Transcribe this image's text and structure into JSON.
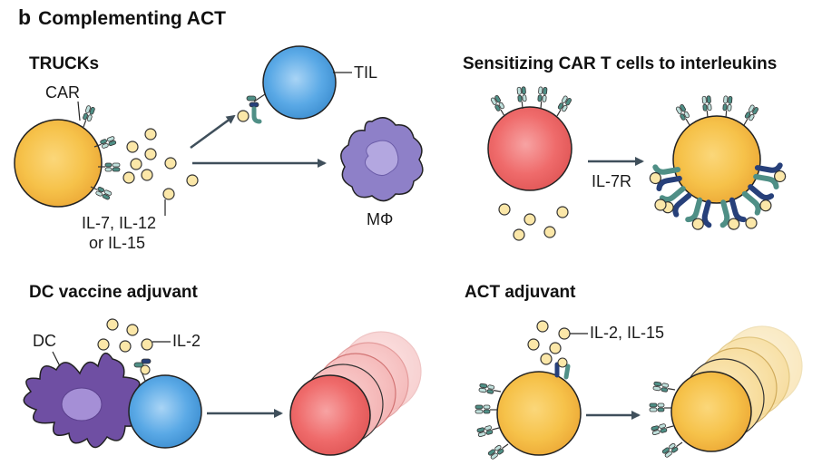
{
  "panel": {
    "letter": "b",
    "title": "Complementing ACT"
  },
  "sections": {
    "trucks": {
      "heading": "TRUCKs",
      "car_label": "CAR",
      "til_label": "TIL",
      "cytokine_label_1": "IL-7, IL-12",
      "cytokine_label_2": "or IL-15",
      "macrophage_label": "MΦ"
    },
    "sensitizing": {
      "heading": "Sensitizing CAR T cells to interleukins",
      "receptor_label": "IL-7R"
    },
    "dc_vaccine": {
      "heading": "DC vaccine adjuvant",
      "dc_label": "DC",
      "cytokine_label": "IL-2"
    },
    "act_adjuvant": {
      "heading": "ACT adjuvant",
      "cytokine_label": "IL-2, IL-15"
    }
  },
  "colors": {
    "car_t_yellow": "#f6c24a",
    "til_blue": "#5aa9e6",
    "tumor_red": "#ef6b6b",
    "macrophage_purple": "#8e80c8",
    "dc_purple": "#6f4fa3",
    "cytokine": "#fbe7a8",
    "receptor_teal": "#4f8f86",
    "receptor_navy": "#27407a",
    "arrow": "#3f4f5b"
  },
  "icons": [
    "car-receptor-icon",
    "cytokine-dot-icon",
    "arrow-right-icon",
    "il7r-receptor-icon"
  ]
}
